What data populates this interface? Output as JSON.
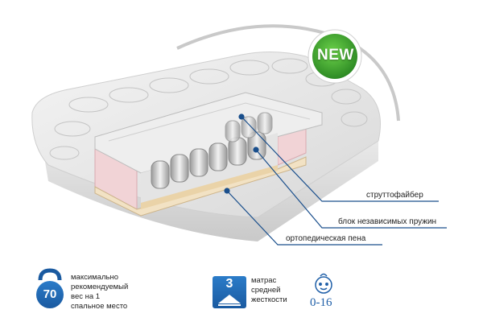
{
  "badge": {
    "label": "NEW",
    "color": "#3aa12e"
  },
  "layers": {
    "top": "струттофайбер",
    "middle": "блок независимых пружин",
    "bottom": "ортопедическая пена"
  },
  "features": {
    "weight": {
      "value": "70",
      "lines": [
        "максимально",
        "рекомендуемый",
        "вес на 1",
        "спальное место"
      ],
      "icon": "kettlebell-icon"
    },
    "firmness": {
      "value": "3",
      "lines": [
        "матрас",
        "средней",
        "жесткости"
      ],
      "icon": "firmness-icon"
    },
    "age": {
      "value": "0-16",
      "icon": "baby-face-icon"
    }
  },
  "colors": {
    "accent": "#1f5fa8",
    "line": "#1a4f8c"
  }
}
